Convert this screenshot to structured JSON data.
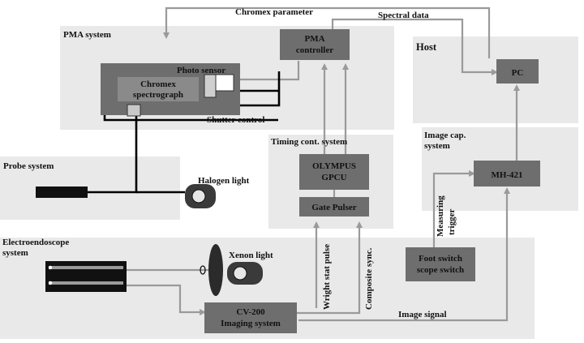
{
  "groups": {
    "pma_system": "PMA system",
    "host": "Host",
    "image_cap": [
      "Image cap.",
      "system"
    ],
    "timing": "Timing cont. system",
    "probe_system": "Probe system",
    "electroendoscope": [
      "Electroendoscope",
      "system"
    ]
  },
  "components": {
    "pma_controller": [
      "PMA",
      "controller"
    ],
    "photo_sensor": "Photo sensor",
    "spectrograph": [
      "Chromex",
      "spectrograph"
    ],
    "pc": "PC",
    "mh421": "MH-421",
    "gpcu": [
      "OLYMPUS",
      "GPCU"
    ],
    "gate_pulser": "Gate Pulser",
    "halogen": "Halogen light",
    "xenon": "Xenon light",
    "foot_switch": [
      "Foot switch",
      "scope switch"
    ],
    "cv200": [
      "CV-200",
      "Imaging system"
    ]
  },
  "signals": {
    "chromex_parameter": "Chromex parameter",
    "spectral_data": "Spectral data",
    "shutter_control": "Shutter control",
    "measuring_trigger": [
      "Measuring",
      "trigger"
    ],
    "wright_stat_pulse": "Wright stat pulse",
    "composite_sync": "Composite sync.",
    "image_signal": "Image signal"
  }
}
